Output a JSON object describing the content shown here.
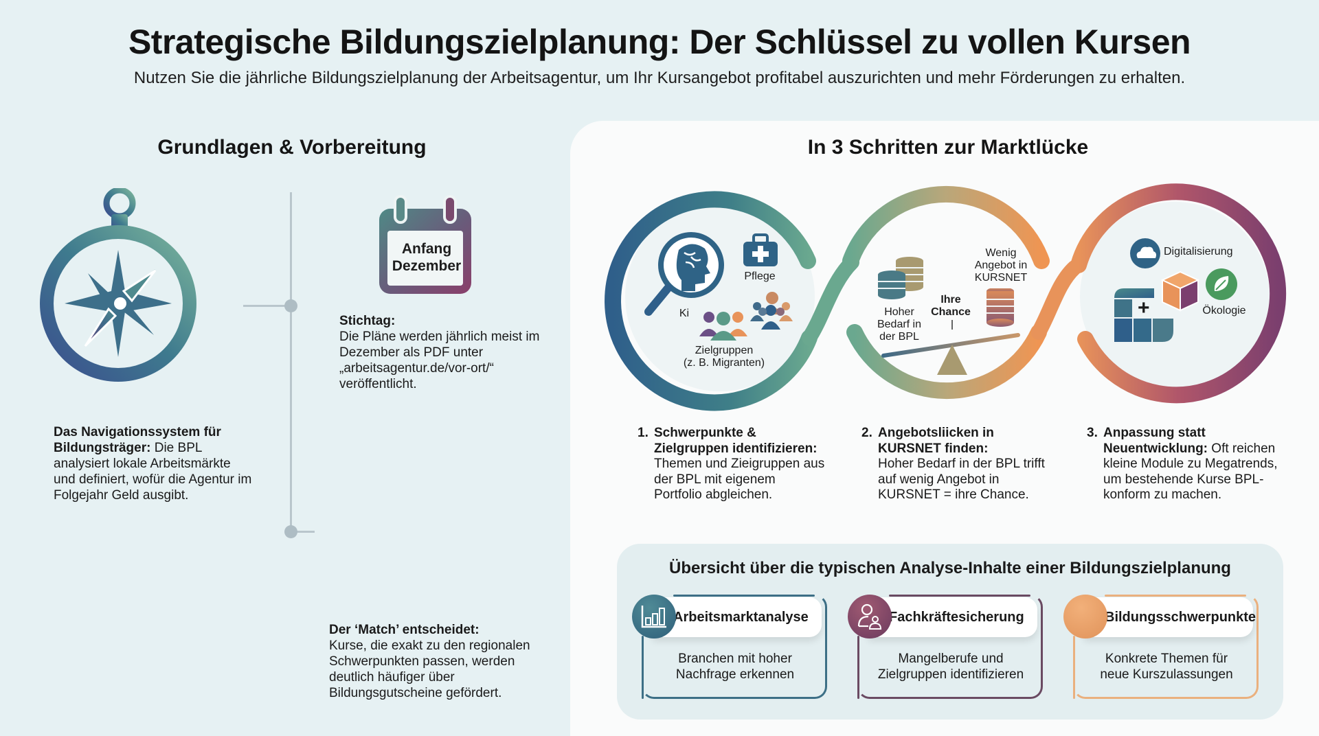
{
  "header": {
    "title": "Strategische Bildungszielplanung: Der Schlüssel zu vollen Kursen",
    "subtitle": "Nutzen Sie die jährliche Bildungszielplanung der Arbeitsagentur, um Ihr Kursangebot profitabel auszurichten und mehr Förderungen zu erhalten."
  },
  "left_section": {
    "heading": "Grundlagen & Vorbereitung",
    "compass_icon": "compass-icon",
    "calendar": {
      "icon": "calendar-icon",
      "line1": "Anfang",
      "line2": "Dezember"
    },
    "stichtag": {
      "label": "Stichtag:",
      "text": "Die Pläne werden jährlich meist im Dezember als PDF unter „arbeitsagentur.de/vor-ort/“ veröffentlicht."
    },
    "navigation": {
      "label": "Das Navigationssystem für Bildungsträger:",
      "text": " Die BPL analysiert lokale Arbeitsmärkte und definiert, wofür die Agentur im Folgejahr Geld ausgibt."
    },
    "match": {
      "label": "Der ‘Match’ entscheidet:",
      "text": "Kurse, die exakt zu den regionalen Schwerpunkten passen, werden deutlich häufiger über Bildungsgutscheine gefördert."
    }
  },
  "right_section": {
    "heading": "In 3 Schritten zur Marktlücke",
    "circle1": {
      "labels": {
        "ki": "Ki",
        "pflege": "Pflege",
        "zielgruppen1": "Zielgruppen",
        "zielgruppen2": "(z. B. Migranten)"
      },
      "icons": [
        "brain-magnifier-icon",
        "medical-kit-icon",
        "group-icon",
        "crowd-icon"
      ]
    },
    "circle2": {
      "labels": {
        "hoher1": "Hoher",
        "hoher2": "Bedarf in",
        "hoher3": "der BPL",
        "chance1": "Ihre",
        "chance2": "Chance",
        "wenig1": "Wenig",
        "wenig2": "Angebot in",
        "wenig3": "KURSNET"
      },
      "icons": [
        "coin-stack-icon",
        "balance-scale-icon"
      ]
    },
    "circle3": {
      "labels": {
        "digital": "Digitalisierung",
        "oeko": "Ökologie",
        "plus": "+"
      },
      "icons": [
        "cloud-icon",
        "leaf-icon",
        "module-blocks-icon",
        "cube-icon"
      ]
    },
    "steps": [
      {
        "num": "1.",
        "title": "Schwerpunkte & Zielgruppen identifizieren:",
        "text": "Themen und Zieigruppen aus der BPL mit eigenem Portfolio abgleichen."
      },
      {
        "num": "2.",
        "title": "Angebotsliicken in KURSNET finden:",
        "text": "Hoher Bedarf in der BPL trifft auf wenig Angebot in KURSNET = ihre Chance."
      },
      {
        "num": "3.",
        "title": "Anpassung statt Neuentwicklung:",
        "text": " Oft reichen kleine Module zu Megatrends, um bestehende Kurse BPL-konform zu machen."
      }
    ]
  },
  "overview": {
    "title": "Übersicht über die typischen Analyse-Inhalte einer Bildungszielplanung",
    "cards": [
      {
        "title": "Arbeitsmarktanalyse",
        "desc1": "Branchen mit hoher",
        "desc2": "Nachfrage erkennen",
        "icon": "bar-chart-icon",
        "color": "#3d6f86"
      },
      {
        "title": "Fachkräftesicherung",
        "desc1": "Mangelberufe und",
        "desc2": "Zielgruppen identifizieren",
        "icon": "people-icon",
        "color": "#7a4a6a"
      },
      {
        "title": "Bildungsschwerpunkte",
        "desc1": "Konkrete Themen für",
        "desc2": "neue Kurszulassungen",
        "icon": "orange-circle-icon",
        "color": "#e9a26a"
      }
    ]
  },
  "colors": {
    "teal_blue": "#2f5f8a",
    "green": "#6aa88f",
    "purple": "#7b3f6e",
    "orange": "#e8935a",
    "background": "#e6f1f3",
    "panel": "#fafbfb"
  }
}
